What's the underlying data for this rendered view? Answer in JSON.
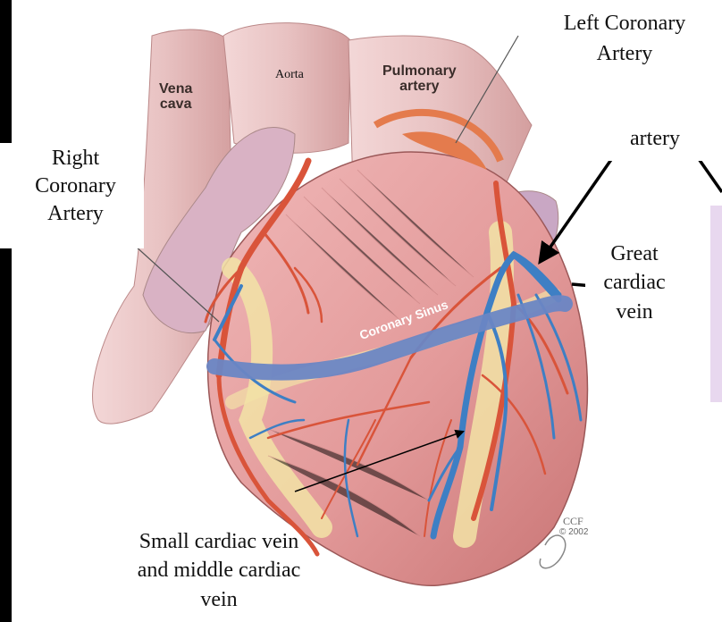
{
  "labels": {
    "vena_cava": "Vena\ncava",
    "aorta": "Aorta",
    "pulmonary_artery": "Pulmonary\nartery",
    "left_coronary_artery": "Left Coronary\nArtery",
    "right_coronary_artery": "Right\nCoronary\nArtery",
    "artery": "artery",
    "great_cardiac_vein": "Great\ncardiac\nvein",
    "coronary_sinus": "Coronary Sinus",
    "small_middle_cardiac_vein": "Small cardiac vein\nand middle cardiac\nvein",
    "copyright_ccf": "CCF",
    "copyright_year": "© 2002"
  },
  "colors": {
    "heart_muscle": "#e6a3a3",
    "fat": "#f2e3a6",
    "artery": "#d9543a",
    "vein": "#3e7fc4",
    "vessel_pale": "#e9c6c6",
    "arrow": "#000000"
  }
}
